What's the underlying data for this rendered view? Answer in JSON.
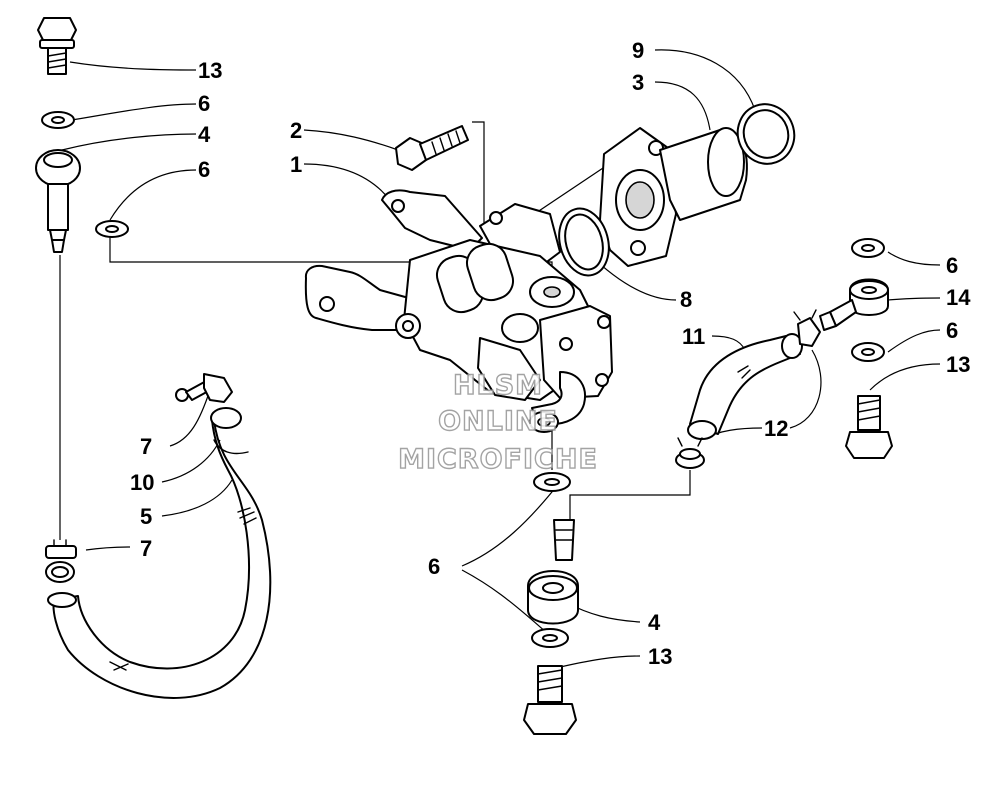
{
  "callouts": {
    "c1": "1",
    "c2": "2",
    "c3": "3",
    "c4a": "4",
    "c4b": "4",
    "c5": "5",
    "c6a": "6",
    "c6b": "6",
    "c6c": "6",
    "c6d": "6",
    "c6e": "6",
    "c7a": "7",
    "c7b": "7",
    "c8": "8",
    "c9": "9",
    "c10": "10",
    "c11": "11",
    "c12": "12",
    "c13a": "13",
    "c13b": "13",
    "c13c": "13",
    "c14": "14"
  },
  "watermark": {
    "line1": "HLSM",
    "line2": "ONLINE",
    "line3": "MICROFICHE"
  }
}
